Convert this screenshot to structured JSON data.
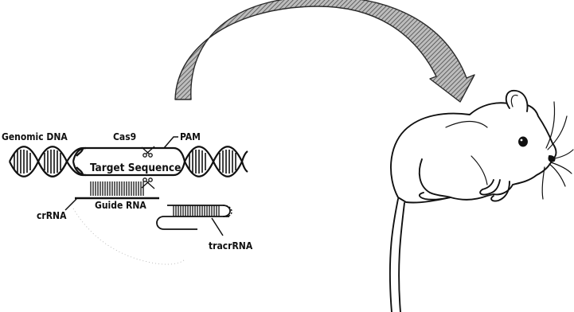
{
  "labels": {
    "genomic_dna": "Genomic DNA",
    "cas9": "Cas9",
    "pam": "PAM",
    "target_sequence": "Target Sequence",
    "guide_rna": "Guide RNA",
    "crrna": "crRNA",
    "tracrrna": "tracrRNA"
  },
  "colors": {
    "ink": "#111111",
    "arrow_fill": "#8c8c8c",
    "arrow_edge": "#2a2a2a",
    "background": "#ffffff"
  }
}
